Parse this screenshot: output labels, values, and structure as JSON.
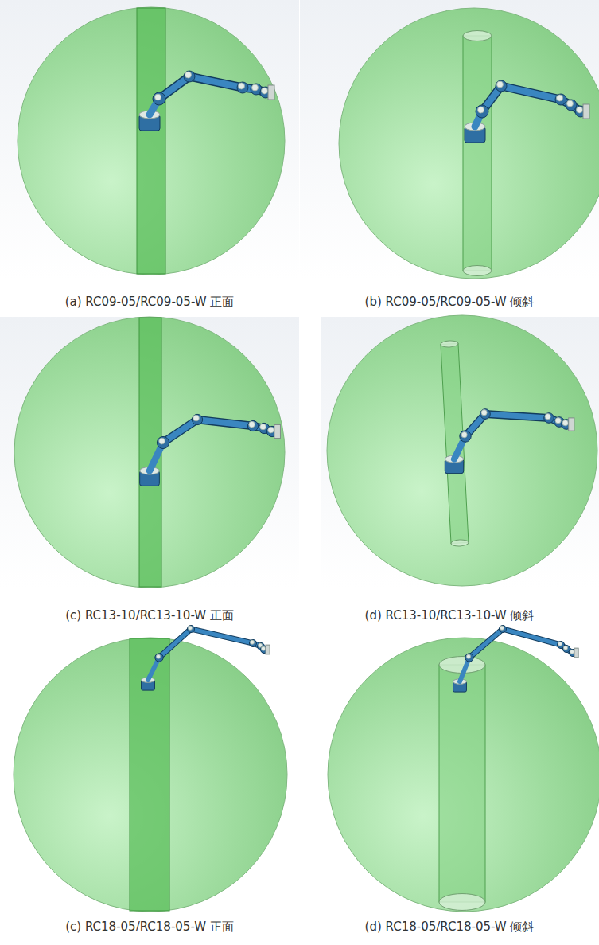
{
  "diagram": {
    "labels": [
      "(a) RC09-05/RC09-05-W 正面",
      "(b) RC09-05/RC09-05-W 倾斜",
      "(c) RC13-10/RC13-10-W 正面",
      "(d) RC13-10/RC13-10-W 倾斜",
      "(c) RC18-05/RC18-05-W 正面",
      "(d) RC18-05/RC18-05-W 倾斜"
    ]
  }
}
